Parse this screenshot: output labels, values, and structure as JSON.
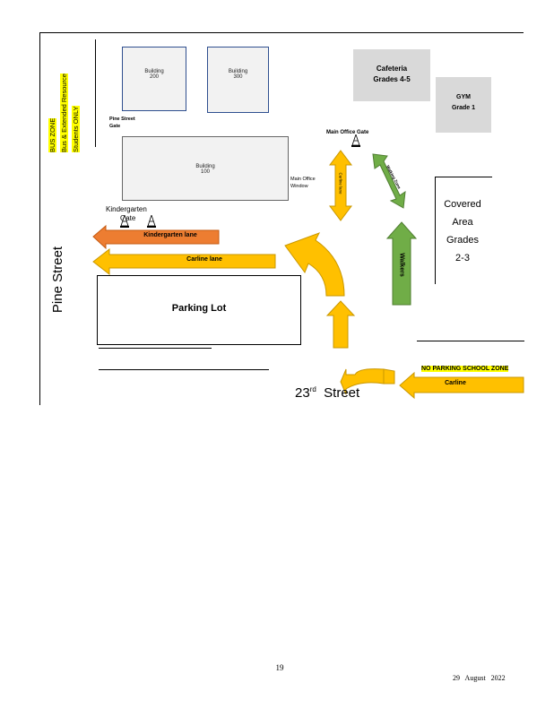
{
  "bus_zone": {
    "line1": "BUS ZONE",
    "line2": "Bus & Extended Resource",
    "line3": "Students ONLY"
  },
  "buildings": {
    "b200": {
      "name": "Building",
      "number": "200"
    },
    "b300": {
      "name": "Building",
      "number": "300"
    },
    "b100": {
      "name": "Building",
      "number": "100"
    },
    "cafeteria": {
      "name": "Cafeteria",
      "grades": "Grades 4-5"
    },
    "gym": {
      "name": "GYM",
      "grades": "Grade 1"
    },
    "covered": {
      "line1": "Covered",
      "line2": "Area",
      "line3": "Grades",
      "line4": "2-3"
    }
  },
  "labels": {
    "pine_street_gate_1": "Pine Street",
    "pine_street_gate_2": "Gate",
    "main_office_gate": "Main Office Gate",
    "main_office_window_1": "Main Office",
    "main_office_window_2": "Window",
    "kindergarten_gate_1": "Kindergarten",
    "kindergarten_gate_2": "Gate",
    "pine_street": "Pine Street",
    "parking_lot": "Parking Lot",
    "street_23_number": "23",
    "street_23_suffix": "rd",
    "street_23_name": "Street",
    "no_parking": "NO PARKING SCHOOL ZONE"
  },
  "arrows": {
    "kindergarten_lane": "Kindergarten lane",
    "carline_lane": "Carline lane",
    "carline": "Carline",
    "carline_vertical": "Carline lane",
    "walking_zone": "Walking Zone",
    "walkers": "Walkers"
  },
  "colors": {
    "carline_yellow": "#ffc000",
    "kindergarten_orange": "#ed7d31",
    "walkers_green": "#70ad47",
    "highlight": "#ffff00"
  },
  "footer": {
    "page_number": "19",
    "date": "29 August 2022"
  }
}
